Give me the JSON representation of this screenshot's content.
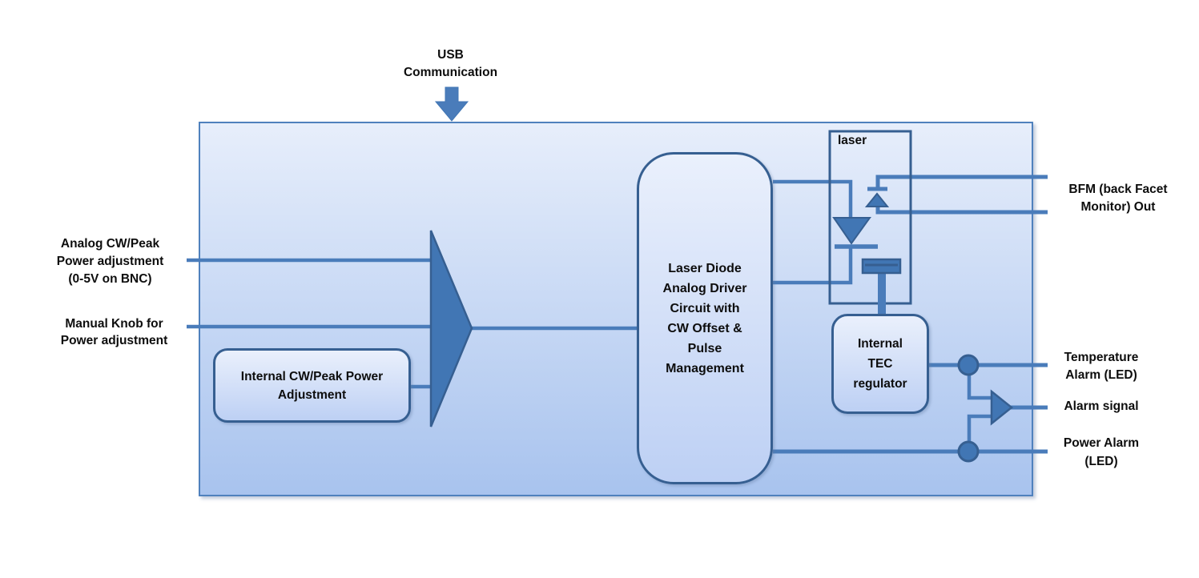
{
  "colors": {
    "line": "#4a7cba",
    "border_dark": "#365f91",
    "shape_fill": "#4176b4",
    "canvas_top": "#e7eefb",
    "canvas_bottom": "#a8c3ee",
    "box_top": "#eaf0fc",
    "box_bottom": "#bdd0f4",
    "main_border": "#4f81bd",
    "text": "#0d0d0d"
  },
  "labels": {
    "usb": "USB\nCommunication",
    "analog_input": "Analog CW/Peak\nPower adjustment\n(0-5V on BNC)",
    "manual_knob": "Manual Knob for\nPower adjustment",
    "internal_adjustment": "Internal CW/Peak Power\nAdjustment",
    "driver": "Laser Diode\nAnalog Driver\nCircuit with\nCW Offset &\nPulse\nManagement",
    "laser": "laser",
    "tec": "Internal\nTEC\nregulator",
    "bfm_out": "BFM (back Facet\nMonitor) Out",
    "temperature_alarm": "Temperature\nAlarm (LED)",
    "alarm_signal": "Alarm signal",
    "power_alarm": "Power Alarm\n(LED)"
  },
  "icons": {
    "usb_arrow": "down-block-arrow",
    "mux_triangle": "right-pointing-summing-triangle",
    "laser_diode": "diode-down-symbol",
    "photodiode": "diode-up-symbol",
    "thermistor": "tec-element-bar",
    "alarm_gate": "right-pointing-or-triangle",
    "junction_nodes": "filled-circle-connectors"
  }
}
